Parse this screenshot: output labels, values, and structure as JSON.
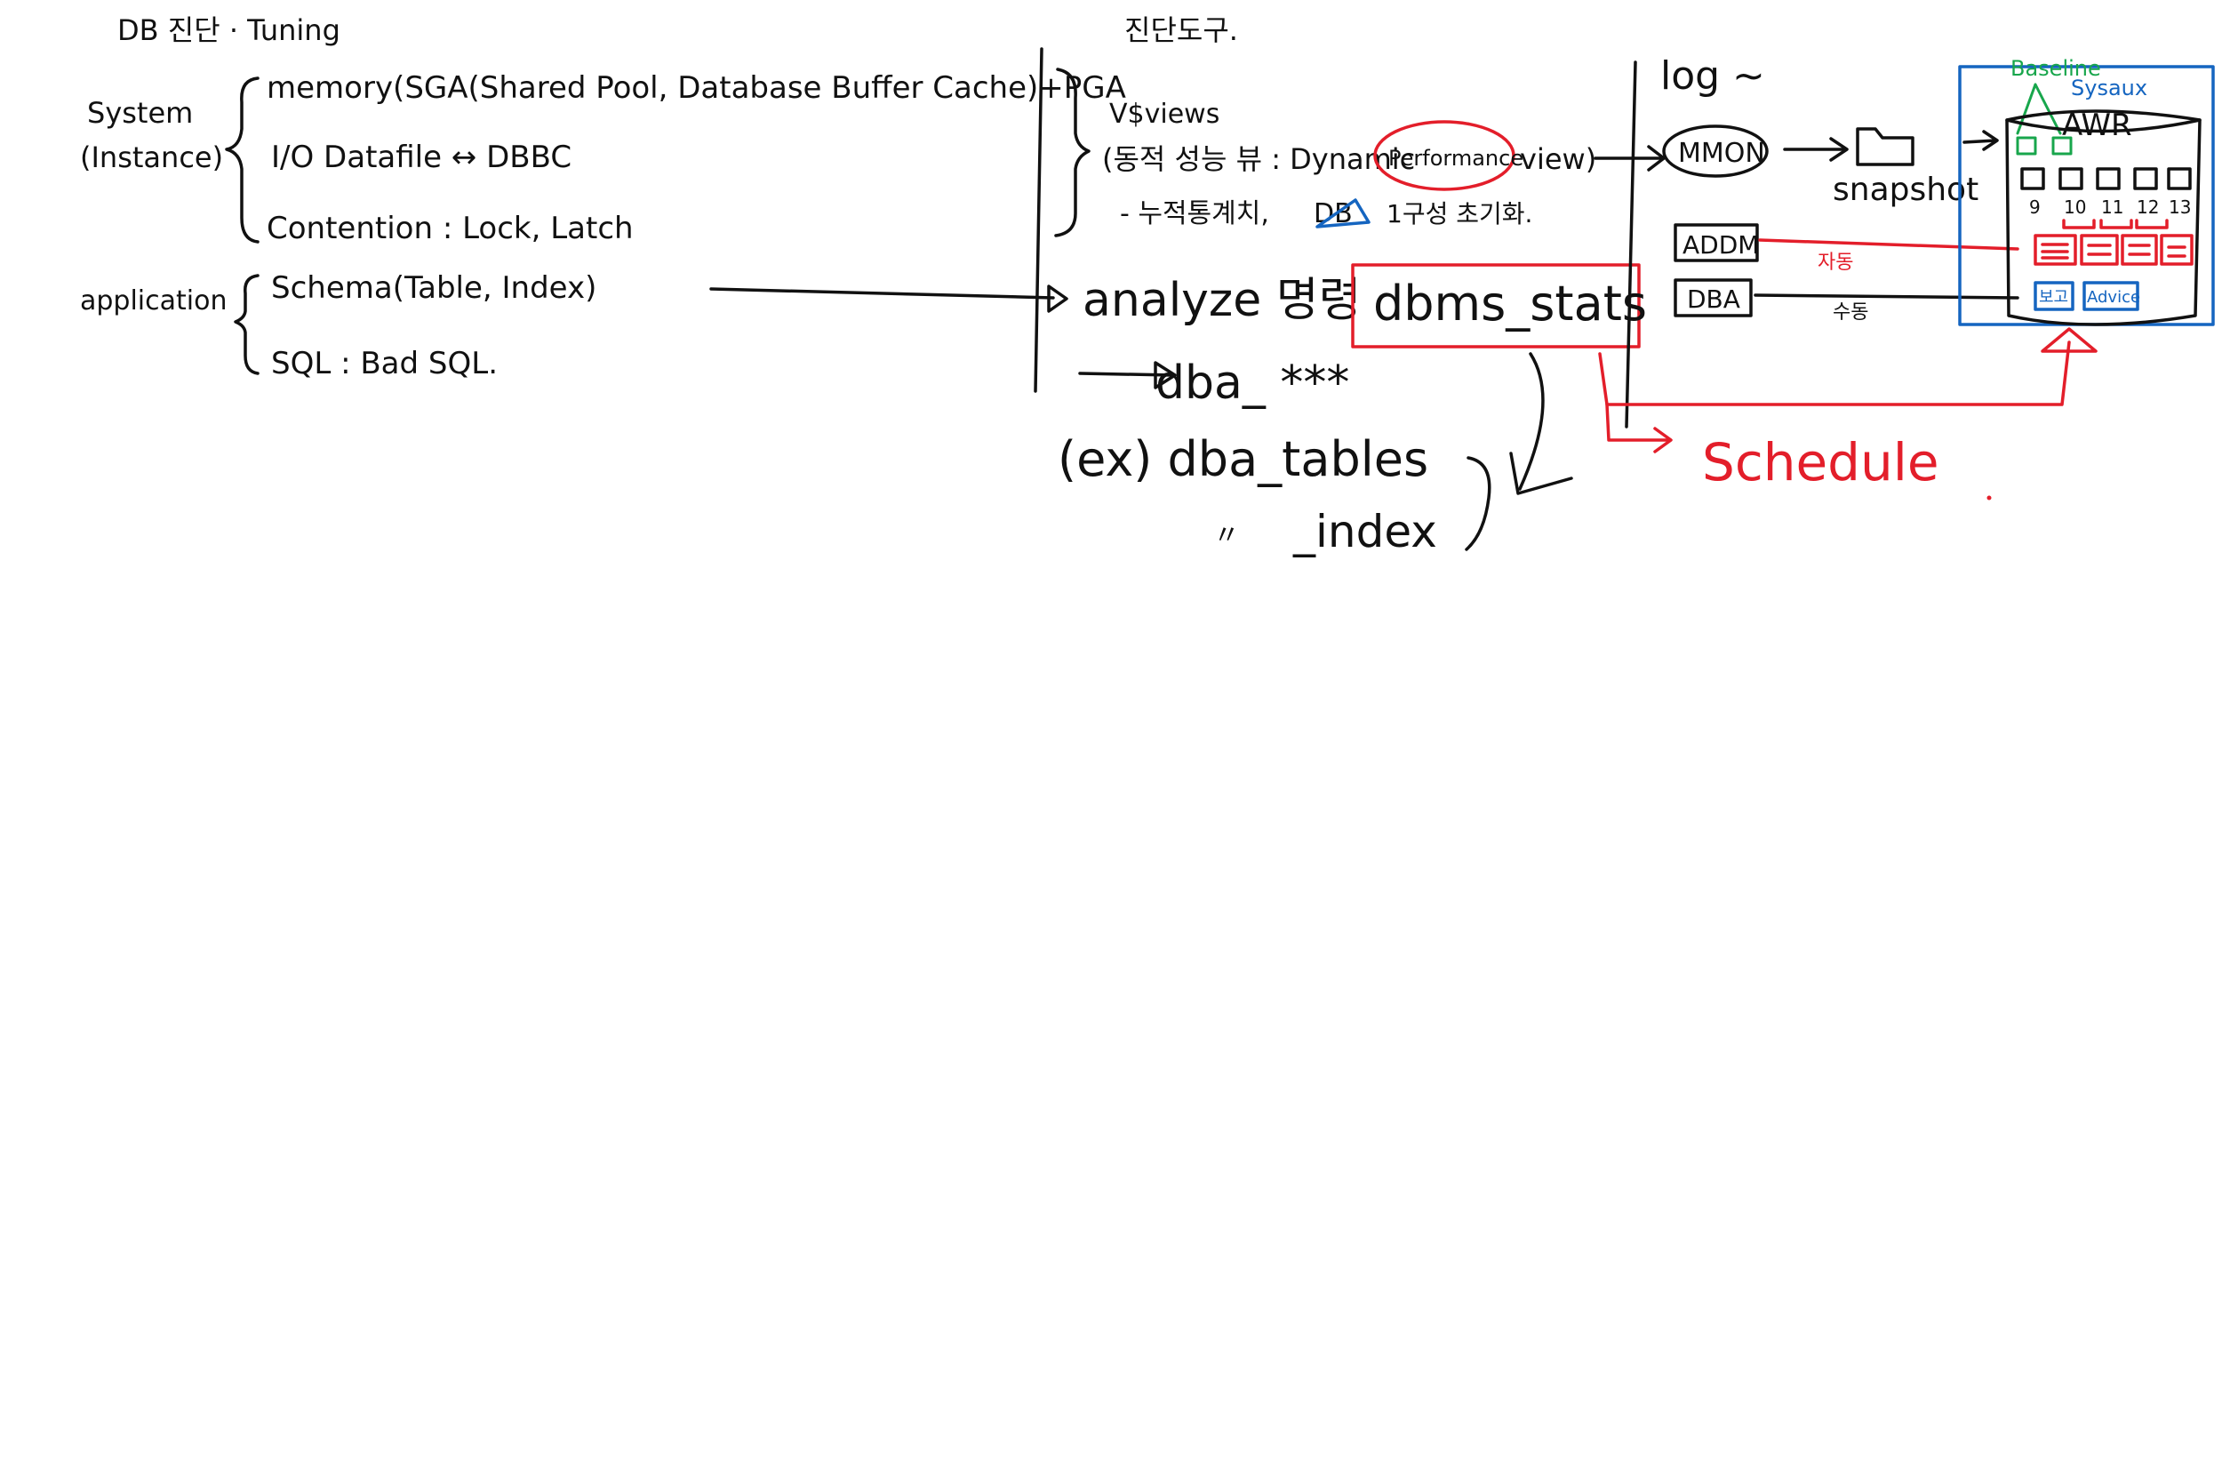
{
  "header": {
    "title": "DB 진단 · Tuning",
    "tools_title": "진단도구."
  },
  "left": {
    "system_label": "System",
    "instance_label": "(Instance)",
    "memory_line": "memory(SGA(Shared Pool, Database Buffer Cache)+PGA",
    "io_line": "I/O  Datafile ↔ DBBC",
    "contention_line": "Contention : Lock, Latch",
    "application_label": "application",
    "schema_line": "Schema(Table, Index)",
    "sql_line": "SQL : Bad SQL."
  },
  "middle": {
    "vviews": "V$views",
    "dynamic_prefix": "(동적 성능 뷰 : Dynamic",
    "performance": "Performance",
    "view_suffix": "view)",
    "cumulative_prefix": "- 누적통계치,",
    "db_word": "DB",
    "cumulative_rest": "1구성   초기화.",
    "analyze": "analyze 명령",
    "dbms_stats": "dbms_stats",
    "dba_xxx": "dba_ ***",
    "ex_tables": "(ex) dba_tables",
    "ditto": "〃",
    "index": "_index"
  },
  "right": {
    "log": "log ~",
    "mmon": "MMON",
    "snapshot": "snapshot",
    "addm": "ADDM",
    "dba": "DBA",
    "auto": "자동",
    "manual": "수동",
    "schedule": "Schedule",
    "awr": "AWR",
    "baseline": "Baseline",
    "sysaux": "Sysaux",
    "hour_labels": [
      "9",
      "10",
      "11",
      "12",
      "13"
    ],
    "report_label": "보고",
    "advice_label": "Advice"
  },
  "colors": {
    "ink": "#111111",
    "red": "#e31e2a",
    "green": "#18a64c",
    "blue": "#1565c0"
  }
}
